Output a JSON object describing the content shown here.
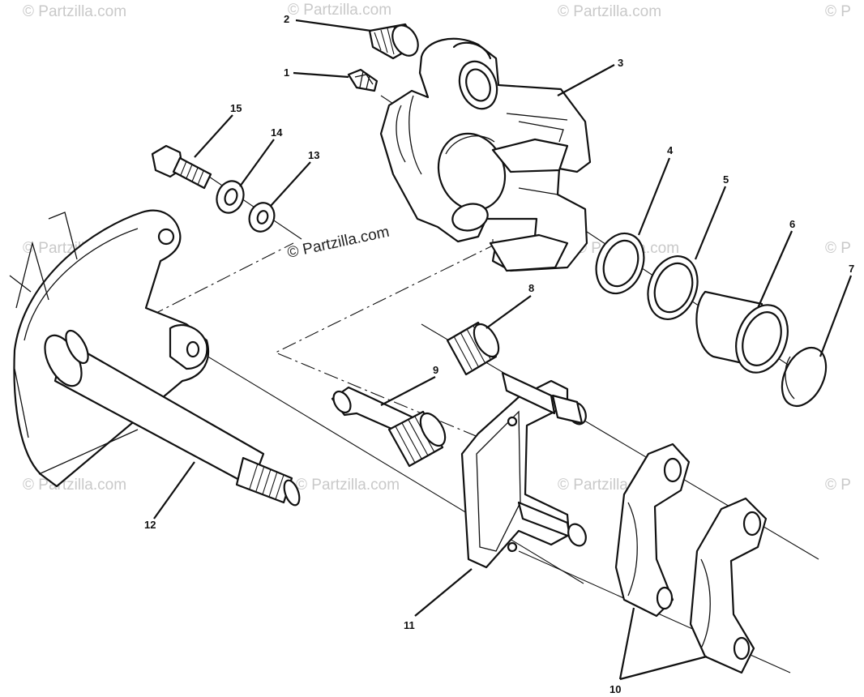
{
  "watermark": {
    "text": "© Partzilla.com",
    "short_left": "© P",
    "short_right": "© P",
    "faint_color": "#c9c9c9",
    "center_color": "#222222"
  },
  "callouts": [
    {
      "id": "1",
      "label": "1",
      "part": "bleeder-valve"
    },
    {
      "id": "2",
      "label": "2",
      "part": "bleeder-cap"
    },
    {
      "id": "3",
      "label": "3",
      "part": "caliper-body"
    },
    {
      "id": "4",
      "label": "4",
      "part": "dust-seal"
    },
    {
      "id": "5",
      "label": "5",
      "part": "piston-seal"
    },
    {
      "id": "6",
      "label": "6",
      "part": "piston"
    },
    {
      "id": "7",
      "label": "7",
      "part": "plug-cap"
    },
    {
      "id": "8",
      "label": "8",
      "part": "pin-boot-upper"
    },
    {
      "id": "9",
      "label": "9",
      "part": "slide-pin"
    },
    {
      "id": "10",
      "label": "10",
      "part": "brake-pads"
    },
    {
      "id": "11",
      "label": "11",
      "part": "caliper-bracket"
    },
    {
      "id": "12",
      "label": "12",
      "part": "axle-shaft"
    },
    {
      "id": "13",
      "label": "13",
      "part": "flat-washer"
    },
    {
      "id": "14",
      "label": "14",
      "part": "lock-washer"
    },
    {
      "id": "15",
      "label": "15",
      "part": "mounting-bolt"
    }
  ]
}
